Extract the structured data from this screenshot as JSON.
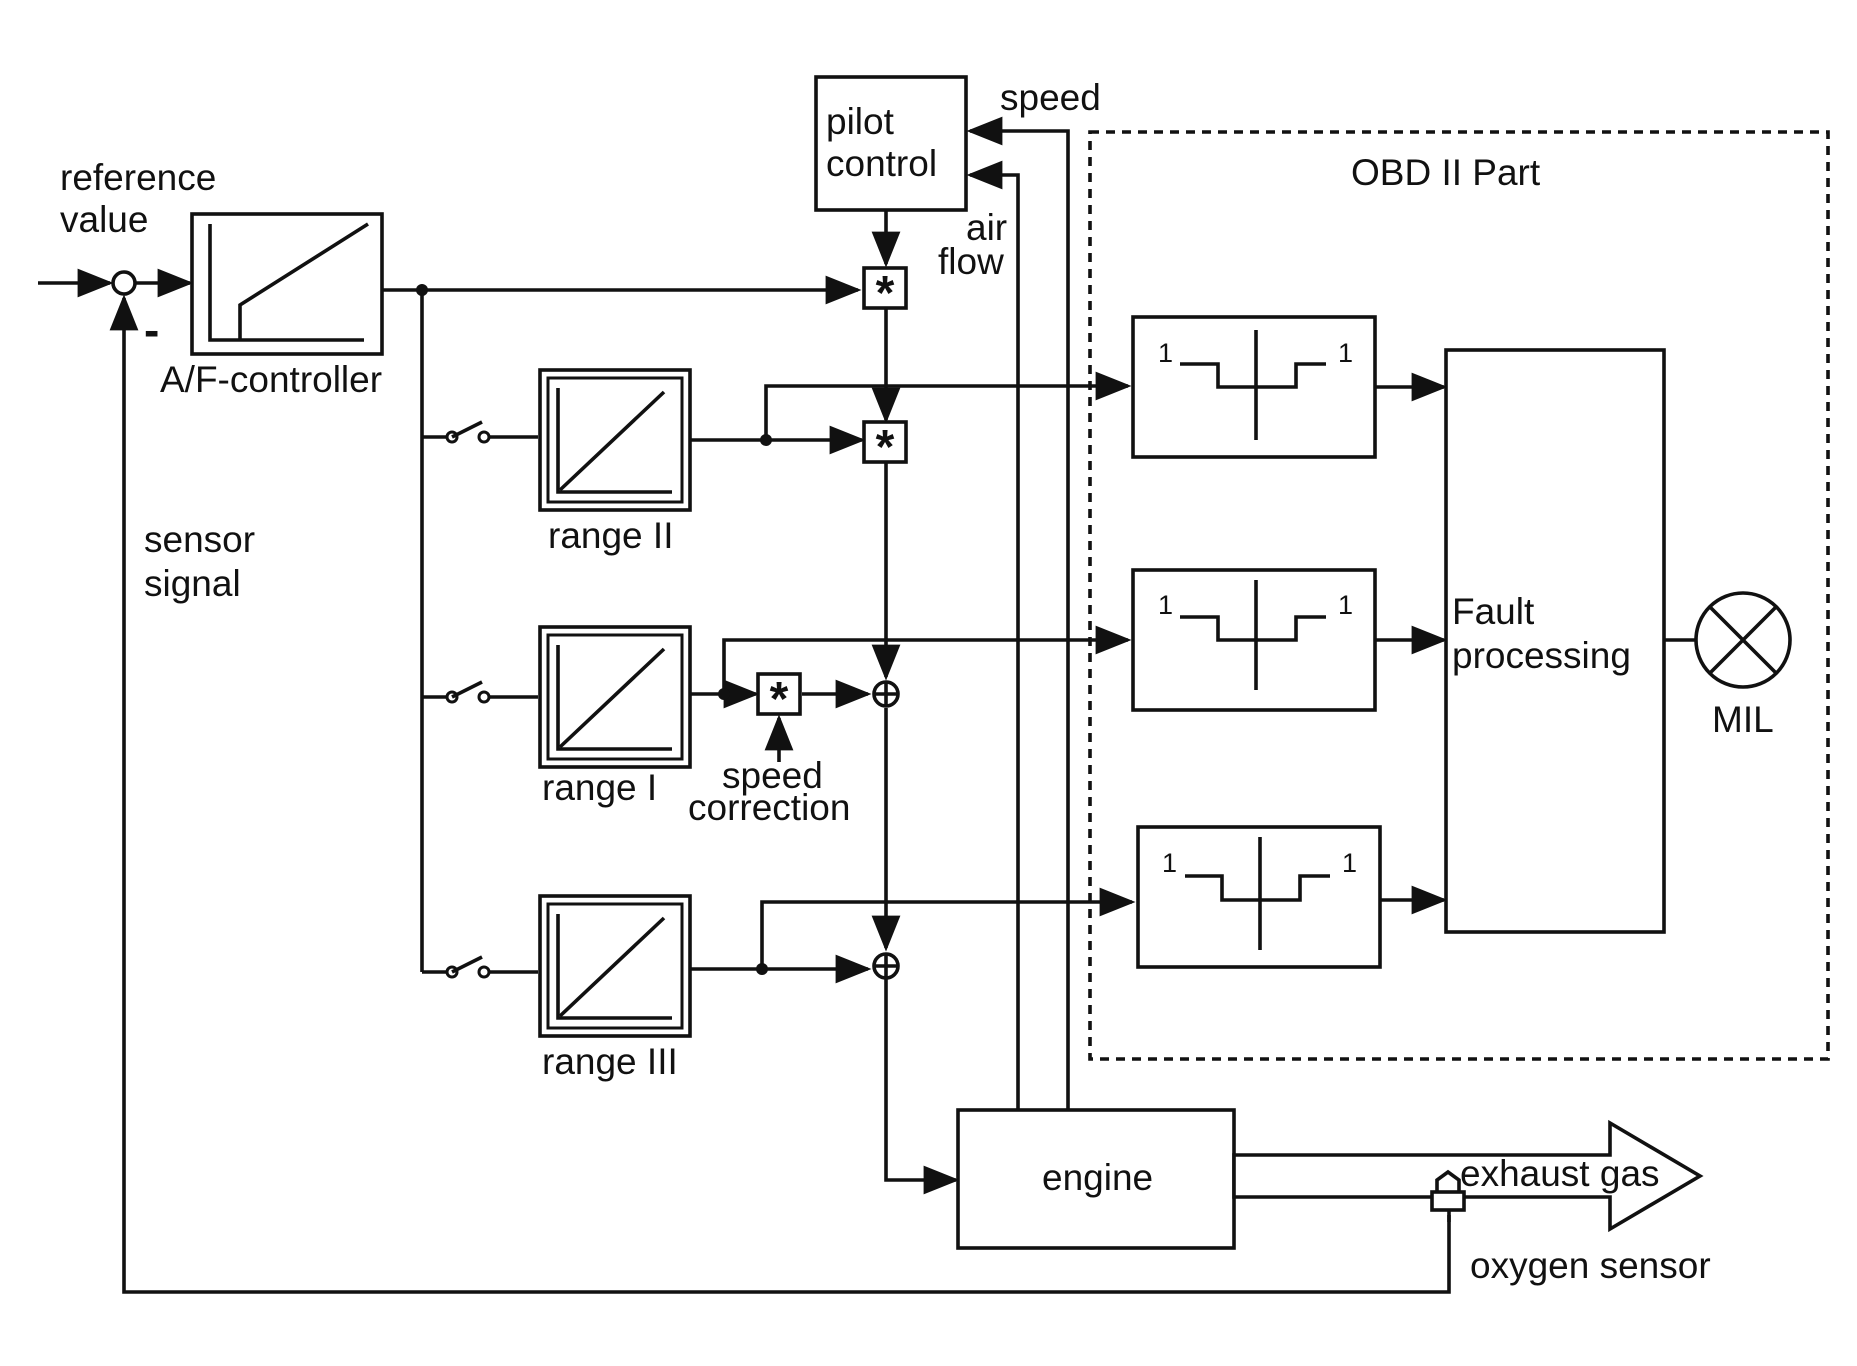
{
  "diagram": {
    "input_label_line1": "reference",
    "input_label_line2": "value",
    "minus_sign": "-",
    "af_controller_label": "A/F-controller",
    "sensor_signal_line1": "sensor",
    "sensor_signal_line2": "signal",
    "pilot_control_line1": "pilot",
    "pilot_control_line2": "control",
    "speed_label": "speed",
    "air_flow_line1": "air",
    "air_flow_line2": "flow",
    "multiplier_symbol": "*",
    "range_labels": {
      "range_ii": "range II",
      "range_i": "range I",
      "range_iii": "range III"
    },
    "speed_correction_line1": "speed",
    "speed_correction_line2": "correction",
    "obd_part_label": "OBD II Part",
    "comparator_threshold_label": "1",
    "fault_processing_line1": "Fault",
    "fault_processing_line2": "processing",
    "mil_label": "MIL",
    "engine_label": "engine",
    "exhaust_gas_label": "exhaust gas",
    "oxygen_sensor_label": "oxygen sensor"
  },
  "colors": {
    "line": "#111111",
    "background": "#ffffff"
  }
}
